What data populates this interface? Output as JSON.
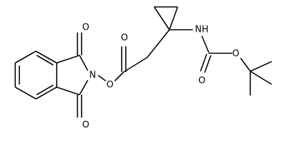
{
  "molecule": {
    "atom_labels": {
      "imide_carbonyl_top_O": "O",
      "imide_carbonyl_bottom_O": "O",
      "imide_N": "N",
      "ester_link_O": "O",
      "ester_carbonyl_O": "O",
      "carbamate_NH": "NH",
      "carbamate_carbonyl_O": "O",
      "carbamate_ether_O": "O"
    }
  }
}
